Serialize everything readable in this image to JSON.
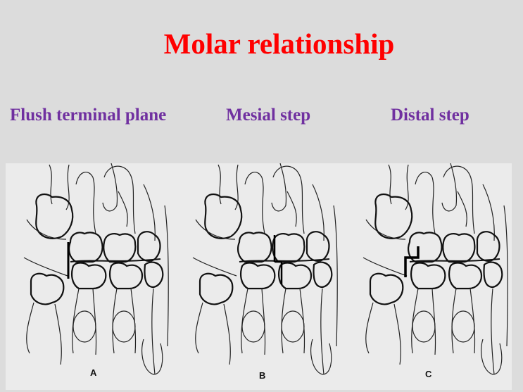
{
  "slide": {
    "title": "Molar relationship",
    "title_color": "#ff0000",
    "label_color": "#7030a0",
    "labels": [
      "Flush terminal plane",
      "Mesial step",
      "Distal step"
    ],
    "panel_letters": [
      "A",
      "B",
      "C"
    ]
  }
}
